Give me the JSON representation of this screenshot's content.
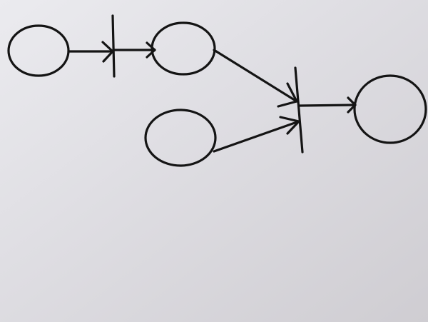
{
  "diagram": {
    "kind": "hand-drawn Petri net",
    "ink_color": "#141414",
    "paper_color": "#d6d4d9",
    "places": [
      {
        "id": "place-1",
        "label": ""
      },
      {
        "id": "place-2",
        "label": ""
      },
      {
        "id": "place-3",
        "label": ""
      },
      {
        "id": "place-4",
        "label": ""
      }
    ],
    "transitions": [
      {
        "id": "transition-1",
        "label": ""
      },
      {
        "id": "transition-2",
        "label": ""
      }
    ],
    "arcs": [
      {
        "from": "place-1",
        "to": "transition-1"
      },
      {
        "from": "transition-1",
        "to": "place-2"
      },
      {
        "from": "place-2",
        "to": "transition-2"
      },
      {
        "from": "place-3",
        "to": "transition-2"
      },
      {
        "from": "transition-2",
        "to": "place-4"
      }
    ]
  }
}
